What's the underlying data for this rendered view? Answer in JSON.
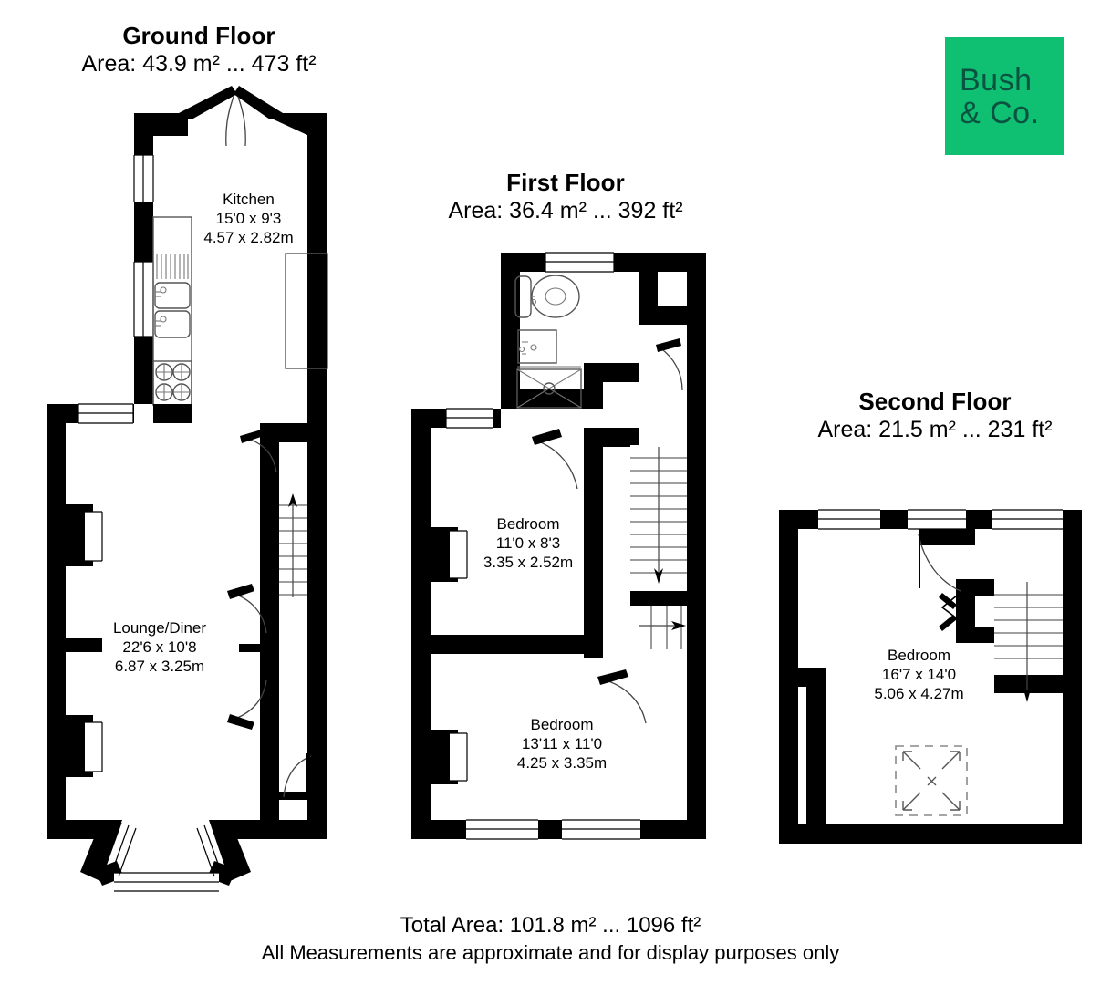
{
  "document": {
    "type": "floor-plan",
    "brand": {
      "name_line_1": "Bush",
      "name_line_2": "& Co.",
      "background_color": "#0fbf72",
      "text_color": "#0a5340"
    }
  },
  "floors": [
    {
      "id": "ground",
      "title": "Ground Floor",
      "area": "Area: 43.9 m² ... 473 ft²",
      "rooms": [
        {
          "id": "kitchen",
          "name": "Kitchen",
          "imperial": "15'0 x 9'3",
          "metric": "4.57 x 2.82m"
        },
        {
          "id": "lounge-diner",
          "name": "Lounge/Diner",
          "imperial": "22'6 x 10'8",
          "metric": "6.87 x 3.25m"
        }
      ]
    },
    {
      "id": "first",
      "title": "First Floor",
      "area": "Area: 36.4 m² ... 392 ft²",
      "rooms": [
        {
          "id": "bedroom-1",
          "name": "Bedroom",
          "imperial": "11'0 x 8'3",
          "metric": "3.35 x 2.52m"
        },
        {
          "id": "bedroom-2",
          "name": "Bedroom",
          "imperial": "13'11 x 11'0",
          "metric": "4.25 x 3.35m"
        }
      ]
    },
    {
      "id": "second",
      "title": "Second Floor",
      "area": "Area: 21.5 m² ... 231 ft²",
      "rooms": [
        {
          "id": "bedroom-3",
          "name": "Bedroom",
          "imperial": "16'7 x 14'0",
          "metric": "5.06 x 4.27m"
        }
      ]
    }
  ],
  "footer": {
    "total_area": "Total Area: 101.8 m²  ...  1096 ft²",
    "disclaimer": "All Measurements are approximate and for display purposes only"
  }
}
